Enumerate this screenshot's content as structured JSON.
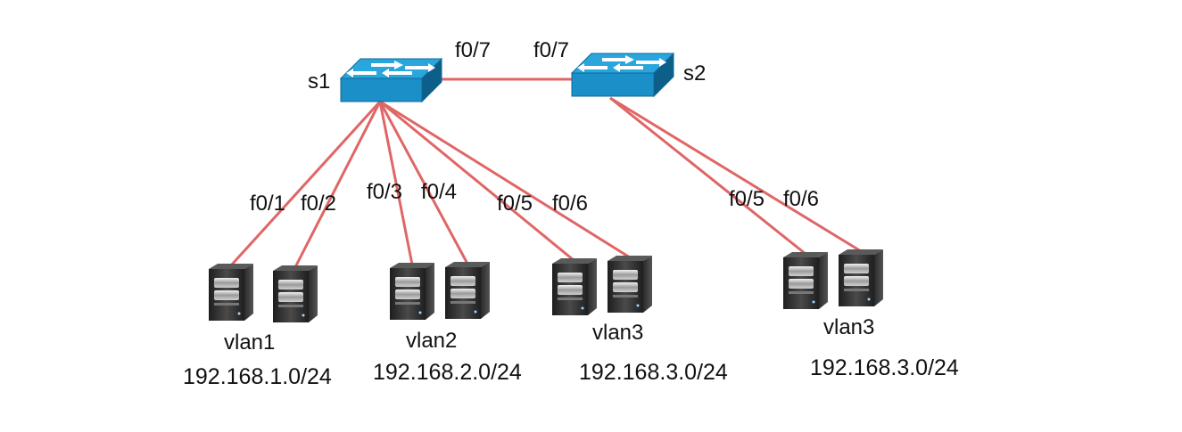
{
  "switches": [
    {
      "id": "s1",
      "label": "s1"
    },
    {
      "id": "s2",
      "label": "s2"
    }
  ],
  "trunk": {
    "from": "s1",
    "to": "s2",
    "port_s1": "f0/7",
    "port_s2": "f0/7"
  },
  "links": [
    {
      "switch": "s1",
      "port": "f0/1",
      "host": 0
    },
    {
      "switch": "s1",
      "port": "f0/2",
      "host": 1
    },
    {
      "switch": "s1",
      "port": "f0/3",
      "host": 2
    },
    {
      "switch": "s1",
      "port": "f0/4",
      "host": 3
    },
    {
      "switch": "s1",
      "port": "f0/5",
      "host": 4
    },
    {
      "switch": "s1",
      "port": "f0/6",
      "host": 5
    },
    {
      "switch": "s2",
      "port": "f0/5",
      "host": 6
    },
    {
      "switch": "s2",
      "port": "f0/6",
      "host": 7
    }
  ],
  "groups": [
    {
      "vlan": "vlan1",
      "subnet": "192.168.1.0/24",
      "hosts": [
        0,
        1
      ]
    },
    {
      "vlan": "vlan2",
      "subnet": "192.168.2.0/24",
      "hosts": [
        2,
        3
      ]
    },
    {
      "vlan": "vlan3",
      "subnet": "192.168.3.0/24",
      "hosts": [
        4,
        5
      ]
    },
    {
      "vlan": "vlan3",
      "subnet": "192.168.3.0/24",
      "hosts": [
        6,
        7
      ]
    }
  ],
  "colors": {
    "link": "#e06666",
    "switch_top": "#2aa6dd",
    "switch_front": "#1b8fc7",
    "switch_side": "#0d5f8a",
    "server_body": "#2b2b2b"
  }
}
